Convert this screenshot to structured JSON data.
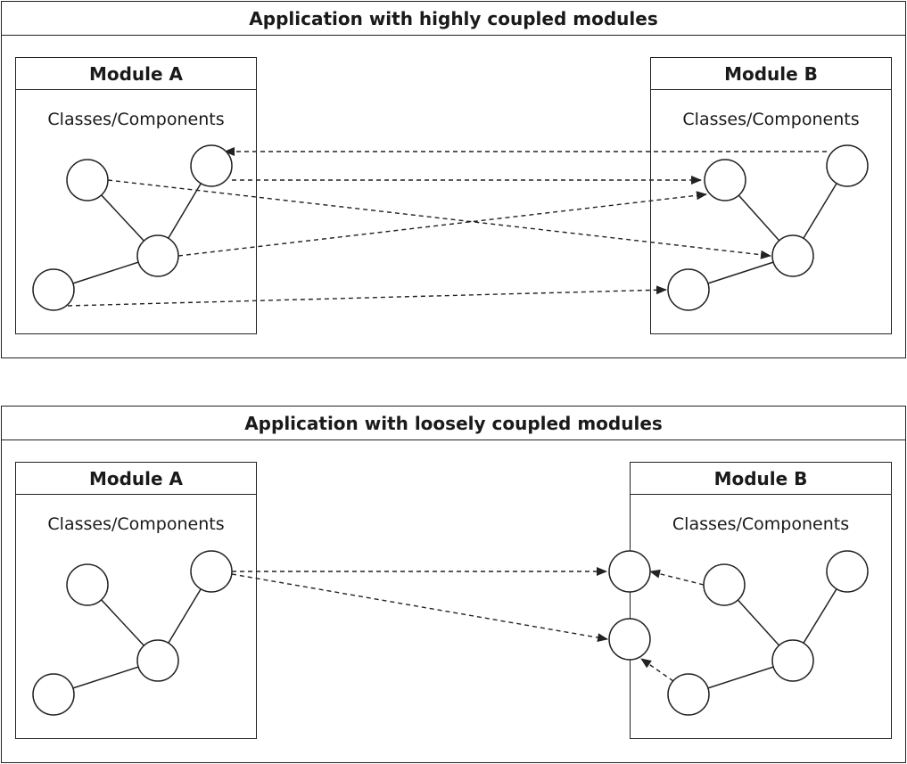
{
  "panel_top": {
    "title": "Application with highly coupled modules",
    "module_a": {
      "title": "Module A",
      "subtitle": "Classes/Components"
    },
    "module_b": {
      "title": "Module B",
      "subtitle": "Classes/Components"
    }
  },
  "panel_bottom": {
    "title": "Application with loosely coupled modules",
    "module_a": {
      "title": "Module A",
      "subtitle": "Classes/Components"
    },
    "module_b": {
      "title": "Module B",
      "subtitle": "Classes/Components"
    }
  }
}
